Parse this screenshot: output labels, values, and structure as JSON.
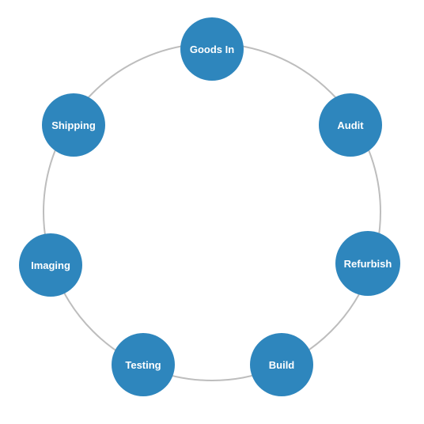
{
  "diagram": {
    "ring_color": "#bdbdbd",
    "node_color": "#2e86bd",
    "label_color": "#ffffff",
    "stages": [
      {
        "id": "goods-in",
        "label": "Goods In"
      },
      {
        "id": "audit",
        "label": "Audit"
      },
      {
        "id": "refurbish",
        "label": "Refurbish"
      },
      {
        "id": "build",
        "label": "Build"
      },
      {
        "id": "testing",
        "label": "Testing"
      },
      {
        "id": "imaging",
        "label": "Imaging"
      },
      {
        "id": "shipping",
        "label": "Shipping"
      }
    ]
  }
}
